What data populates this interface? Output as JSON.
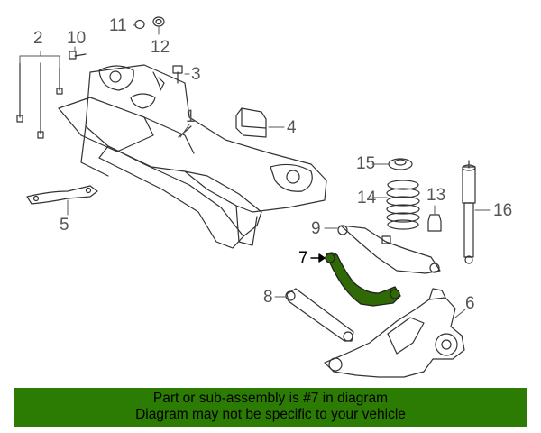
{
  "callouts": [
    {
      "id": "1",
      "label": "1"
    },
    {
      "id": "2",
      "label": "2"
    },
    {
      "id": "3",
      "label": "3"
    },
    {
      "id": "4",
      "label": "4"
    },
    {
      "id": "5",
      "label": "5"
    },
    {
      "id": "6",
      "label": "6"
    },
    {
      "id": "7",
      "label": "7",
      "highlighted": true
    },
    {
      "id": "8",
      "label": "8"
    },
    {
      "id": "9",
      "label": "9"
    },
    {
      "id": "10",
      "label": "10"
    },
    {
      "id": "11",
      "label": "11"
    },
    {
      "id": "12",
      "label": "12"
    },
    {
      "id": "13",
      "label": "13"
    },
    {
      "id": "14",
      "label": "14"
    },
    {
      "id": "15",
      "label": "15"
    },
    {
      "id": "16",
      "label": "16"
    }
  ],
  "colors": {
    "highlight_part": "#2f6a06",
    "banner_background": "#2c7c03",
    "line_art": "#333333",
    "callout_text": "#555555"
  },
  "banner": {
    "line1": "Part or sub-assembly is #7 in diagram",
    "line2": "Diagram may not be specific to your vehicle"
  }
}
